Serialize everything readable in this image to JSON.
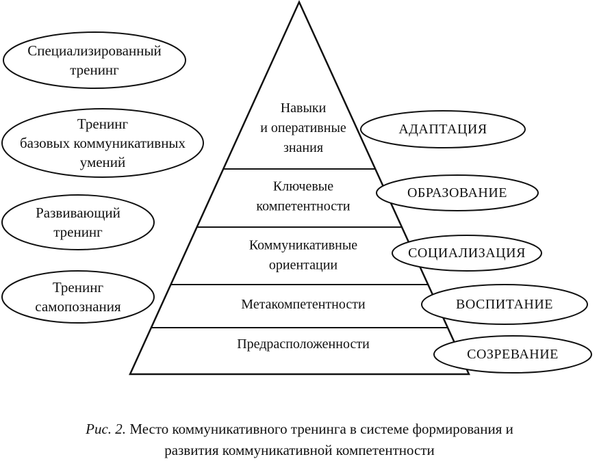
{
  "trainings": [
    {
      "lines": [
        "Специализированный",
        "тренинг"
      ]
    },
    {
      "lines": [
        "Тренинг",
        "базовых коммуникативных",
        "умений"
      ]
    },
    {
      "lines": [
        "Развивающий",
        "тренинг"
      ]
    },
    {
      "lines": [
        "Тренинг",
        "самопознания"
      ]
    }
  ],
  "pyramid_levels": [
    {
      "lines": [
        "Навыки",
        "и оперативные",
        "знания"
      ]
    },
    {
      "lines": [
        "Ключевые",
        "компетентности"
      ]
    },
    {
      "lines": [
        "Коммуникативные",
        "ориентации"
      ]
    },
    {
      "lines": [
        "Метакомпетентности"
      ]
    },
    {
      "lines": [
        "Предрасположенности"
      ]
    }
  ],
  "stages": [
    {
      "label": "АДАПТАЦИЯ"
    },
    {
      "label": "ОБРАЗОВАНИЕ"
    },
    {
      "label": "СОЦИАЛИЗАЦИЯ"
    },
    {
      "label": "ВОСПИТАНИЕ"
    },
    {
      "label": "СОЗРЕВАНИЕ"
    }
  ],
  "caption": {
    "label": "Рис. 2.",
    "line1": "Место коммуникативного тренинга в системе формирования и",
    "line2": "развития коммуникативной компетентности"
  }
}
